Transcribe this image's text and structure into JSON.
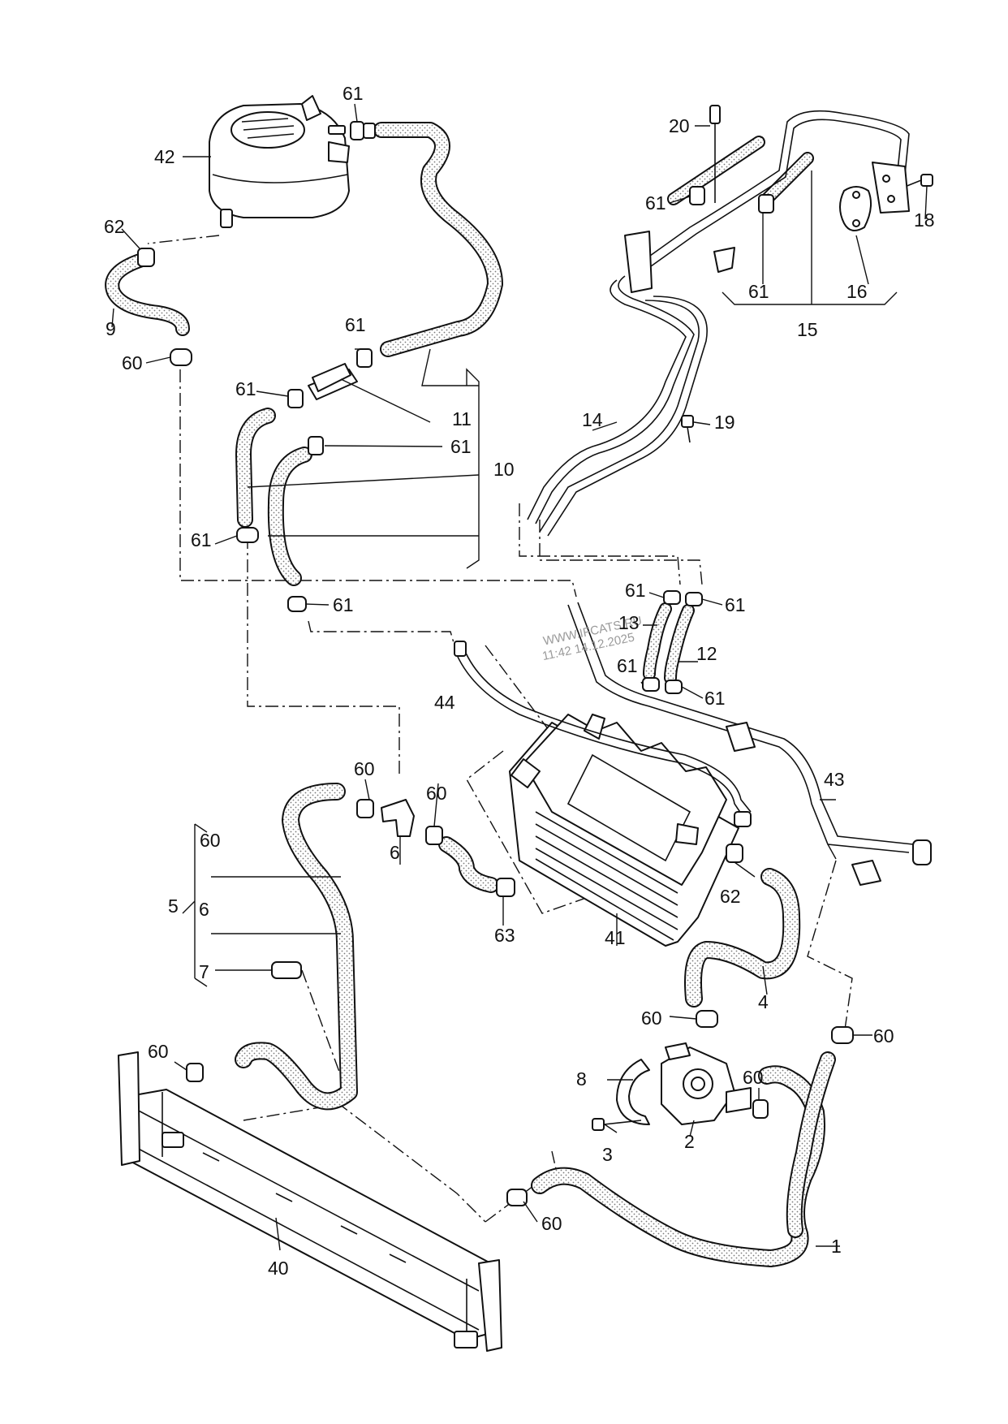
{
  "watermark": {
    "line1": "WWW.IFCATS.RU",
    "line2": "11:42 14.12.2025"
  },
  "colors": {
    "line": "#111111",
    "background": "#ffffff",
    "stipple": "#8a8a8a"
  },
  "callouts": [
    {
      "id": "c1",
      "label": "1"
    },
    {
      "id": "c2",
      "label": "2"
    },
    {
      "id": "c3",
      "label": "3"
    },
    {
      "id": "c4",
      "label": "4"
    },
    {
      "id": "c5",
      "label": "5"
    },
    {
      "id": "c6a",
      "label": "6"
    },
    {
      "id": "c6b",
      "label": "6"
    },
    {
      "id": "c7",
      "label": "7"
    },
    {
      "id": "c8",
      "label": "8"
    },
    {
      "id": "c9",
      "label": "9"
    },
    {
      "id": "c10",
      "label": "10"
    },
    {
      "id": "c11",
      "label": "11"
    },
    {
      "id": "c12",
      "label": "12"
    },
    {
      "id": "c13",
      "label": "13"
    },
    {
      "id": "c14",
      "label": "14"
    },
    {
      "id": "c15",
      "label": "15"
    },
    {
      "id": "c16",
      "label": "16"
    },
    {
      "id": "c18",
      "label": "18"
    },
    {
      "id": "c19",
      "label": "19"
    },
    {
      "id": "c20",
      "label": "20"
    },
    {
      "id": "c40",
      "label": "40"
    },
    {
      "id": "c41",
      "label": "41"
    },
    {
      "id": "c42",
      "label": "42"
    },
    {
      "id": "c43",
      "label": "43"
    },
    {
      "id": "c44",
      "label": "44"
    },
    {
      "id": "c60a",
      "label": "60"
    },
    {
      "id": "c60b",
      "label": "60"
    },
    {
      "id": "c60c",
      "label": "60"
    },
    {
      "id": "c60d",
      "label": "60"
    },
    {
      "id": "c60e",
      "label": "60"
    },
    {
      "id": "c60f",
      "label": "60"
    },
    {
      "id": "c60g",
      "label": "60"
    },
    {
      "id": "c60h",
      "label": "60"
    },
    {
      "id": "c60i",
      "label": "60"
    },
    {
      "id": "c61a",
      "label": "61"
    },
    {
      "id": "c61b",
      "label": "61"
    },
    {
      "id": "c61c",
      "label": "61"
    },
    {
      "id": "c61d",
      "label": "61"
    },
    {
      "id": "c61e",
      "label": "61"
    },
    {
      "id": "c61f",
      "label": "61"
    },
    {
      "id": "c61g",
      "label": "61"
    },
    {
      "id": "c61h",
      "label": "61"
    },
    {
      "id": "c61i",
      "label": "61"
    },
    {
      "id": "c61j",
      "label": "61"
    },
    {
      "id": "c61k",
      "label": "61"
    },
    {
      "id": "c61l",
      "label": "61"
    },
    {
      "id": "c62a",
      "label": "62"
    },
    {
      "id": "c62b",
      "label": "62"
    },
    {
      "id": "c63",
      "label": "63"
    }
  ]
}
